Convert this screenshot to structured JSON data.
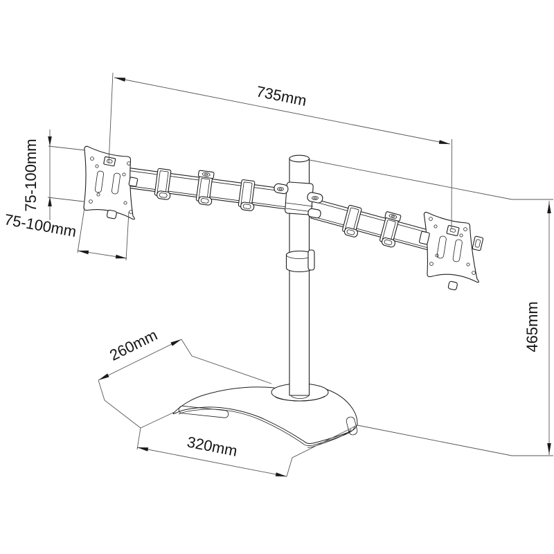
{
  "diagram": {
    "background": "#ffffff",
    "line_color": "#1c1c1c",
    "dimension_line_color": "#555555",
    "labels": {
      "arm_width": "735mm",
      "vesa_vertical": "75-100mm",
      "vesa_horizontal": "75-100mm",
      "base_depth": "260mm",
      "base_width": "320mm",
      "pole_height": "465mm"
    }
  }
}
